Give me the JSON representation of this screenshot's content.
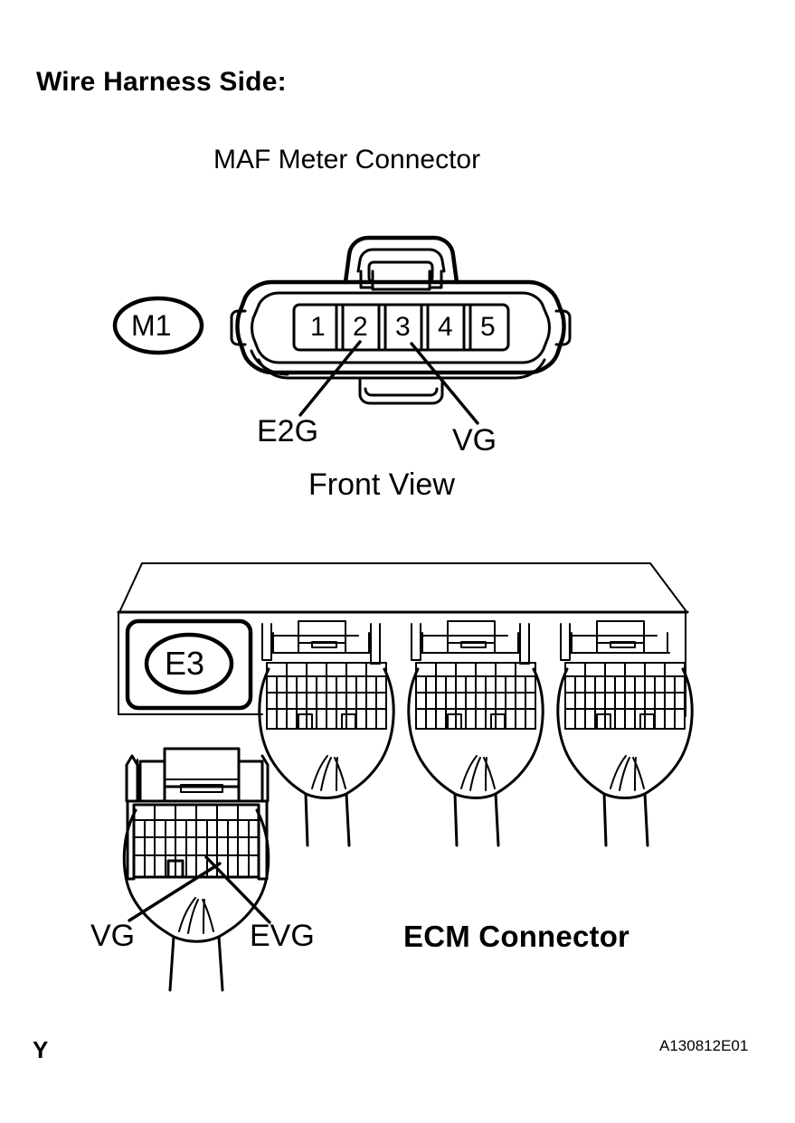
{
  "document": {
    "heading": "Wire Harness Side:",
    "footer_code": "A130812E01",
    "corner_mark": "Y"
  },
  "maf_connector": {
    "title": "MAF Meter Connector",
    "code_badge": "M1",
    "view_label": "Front View",
    "pins": [
      "1",
      "2",
      "3",
      "4",
      "5"
    ],
    "callouts": [
      {
        "label": "E2G",
        "pin": "2"
      },
      {
        "label": "VG",
        "pin": "3"
      }
    ]
  },
  "ecm_connector": {
    "title": "ECM Connector",
    "code_badge": "E3",
    "callouts": [
      {
        "label": "VG"
      },
      {
        "label": "EVG"
      }
    ],
    "connector_count": 3
  },
  "colors": {
    "line": "#000000",
    "background": "#ffffff"
  }
}
